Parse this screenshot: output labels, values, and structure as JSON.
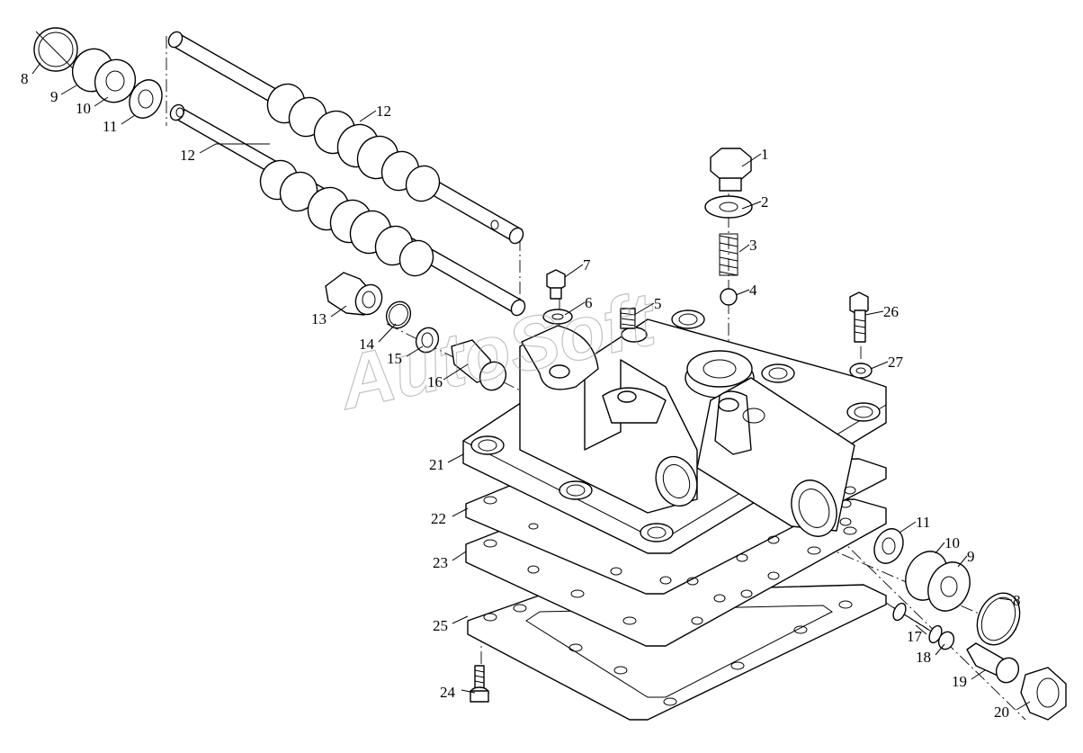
{
  "watermark": "AutoSoft",
  "callouts": [
    {
      "id": "c1",
      "text": "1"
    },
    {
      "id": "c2",
      "text": "2"
    },
    {
      "id": "c3",
      "text": "3"
    },
    {
      "id": "c4",
      "text": "4"
    },
    {
      "id": "c5",
      "text": "5"
    },
    {
      "id": "c6",
      "text": "6"
    },
    {
      "id": "c7",
      "text": "7"
    },
    {
      "id": "c8a",
      "text": "8"
    },
    {
      "id": "c8b",
      "text": "8"
    },
    {
      "id": "c9a",
      "text": "9"
    },
    {
      "id": "c9b",
      "text": "9"
    },
    {
      "id": "c10a",
      "text": "10"
    },
    {
      "id": "c10b",
      "text": "10"
    },
    {
      "id": "c11a",
      "text": "11"
    },
    {
      "id": "c11b",
      "text": "11"
    },
    {
      "id": "c12a",
      "text": "12"
    },
    {
      "id": "c12b",
      "text": "12"
    },
    {
      "id": "c13",
      "text": "13"
    },
    {
      "id": "c14",
      "text": "14"
    },
    {
      "id": "c15",
      "text": "15"
    },
    {
      "id": "c16",
      "text": "16"
    },
    {
      "id": "c17",
      "text": "17"
    },
    {
      "id": "c18",
      "text": "18"
    },
    {
      "id": "c19",
      "text": "19"
    },
    {
      "id": "c20",
      "text": "20"
    },
    {
      "id": "c21",
      "text": "21"
    },
    {
      "id": "c22",
      "text": "22"
    },
    {
      "id": "c23",
      "text": "23"
    },
    {
      "id": "c24",
      "text": "24"
    },
    {
      "id": "c25",
      "text": "25"
    },
    {
      "id": "c26",
      "text": "26"
    },
    {
      "id": "c27",
      "text": "27"
    }
  ]
}
